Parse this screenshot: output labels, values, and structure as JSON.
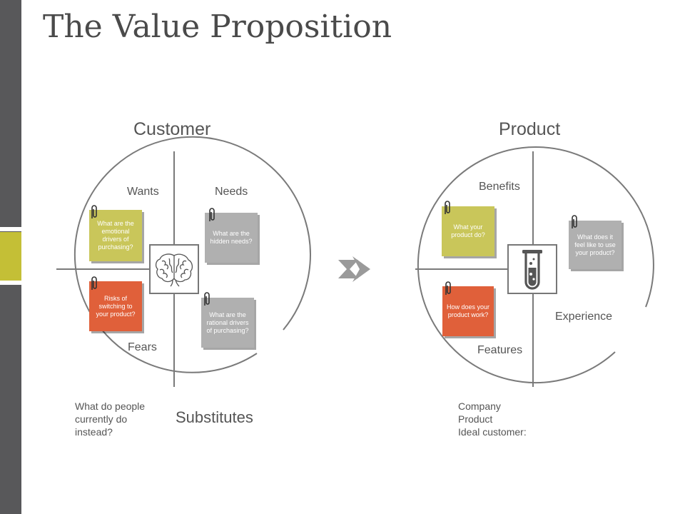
{
  "title": "The Value Proposition",
  "customer": {
    "heading": "Customer",
    "quadrants": {
      "wants": "Wants",
      "needs": "Needs",
      "fears": "Fears",
      "substitutes": "Substitutes"
    },
    "notes": {
      "wants": "What are the emotional drivers of purchasing?",
      "needs": "What are the hidden needs?",
      "fears": "Risks of switching to your product?",
      "rational": "What are the rational drivers of purchasing?"
    },
    "question": "What do people\ncurrently do\ninstead?"
  },
  "product": {
    "heading": "Product",
    "quadrants": {
      "benefits": "Benefits",
      "experience": "Experience",
      "features": "Features"
    },
    "notes": {
      "benefits": "What your product do?",
      "experience": "What does it feel like to use your product?",
      "features": "How does your product work?"
    },
    "info": "Company\nProduct\nIdeal customer:"
  },
  "colors": {
    "sidebar": "#58585a",
    "accent": "#c4bf36",
    "yellow_note": "#c9c65a",
    "gray_note": "#b0b0b0",
    "orange_note": "#e0603a"
  },
  "icons": {
    "customer_center": "brain-icon",
    "product_center": "test-tube-icon",
    "arrow": "arrow-right-icon",
    "note_clip": "paperclip-icon"
  }
}
